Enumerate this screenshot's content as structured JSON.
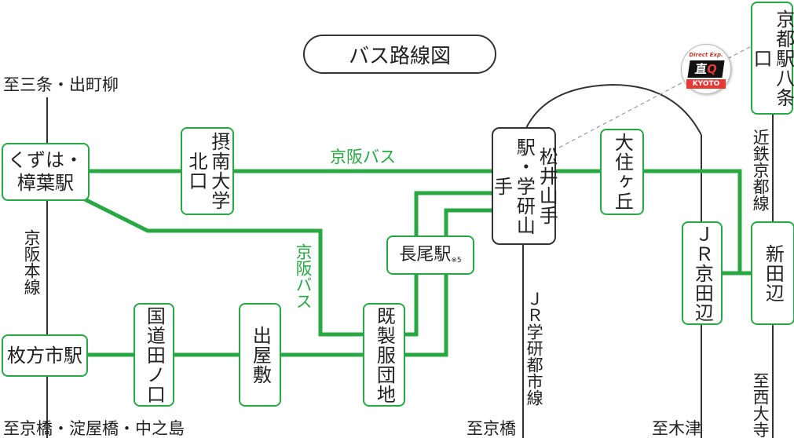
{
  "title": "バス路線図",
  "colors": {
    "bus_line": "#27a843",
    "rail_line": "#333333",
    "guide_line": "#999999"
  },
  "stops": {
    "kuzuha": "くずは・\n樟葉駅",
    "hirakatashi": "枚方市駅",
    "setsunan": "摂南大学北口",
    "kokudo": "国道田ノ口",
    "deyashiki": "出屋敷",
    "kiseifuku": "既製服団地",
    "nagao": "長尾駅",
    "nagao_note": "※5",
    "matsuiyamate": "松井山手駅・学研山手",
    "oosumigaoka": "大住ヶ丘",
    "jr_kyotanabe": "ＪＲ京田辺",
    "shintanabe": "新田辺",
    "kyoto_hachijo": "京都駅八条口"
  },
  "labels": {
    "keihan_bus_h": "京阪バス",
    "keihan_bus_v": "京阪バス",
    "keihan_honsen": "京阪本線",
    "kintetsu_kyoto": "近鉄京都線",
    "jr_gakken": "ＪＲ学研都市線",
    "to_sanjo": "至三条・出町柳",
    "to_kyobashi_nakanoshima": "至京橋・淀屋橋・中之島",
    "to_kyobashi": "至京橋",
    "to_kizu": "至木津",
    "to_saidaiji": "至西大寺"
  },
  "logo": {
    "top": "Direct Exp.",
    "main": "直Q",
    "bottom": "KYOTO"
  }
}
